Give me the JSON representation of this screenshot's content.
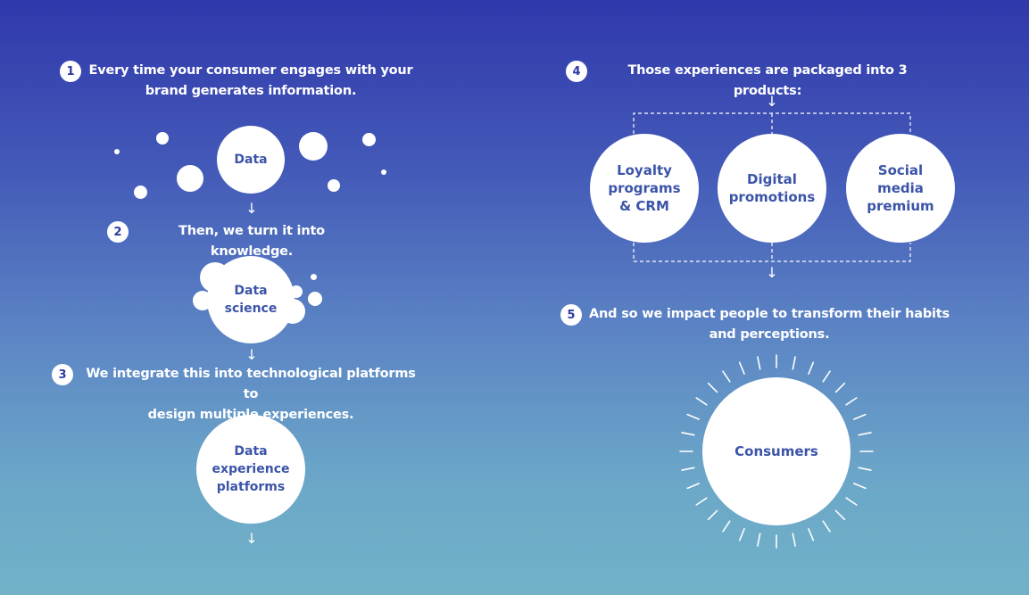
{
  "steps": {
    "s1": {
      "number": "1",
      "line1": "Every time your consumer engages with your",
      "line2": "brand generates information."
    },
    "s2": {
      "number": "2",
      "line1": "Then, we turn it into knowledge."
    },
    "s3": {
      "number": "3",
      "line1": "We integrate this into technological platforms to",
      "line2": "design multiple experiences."
    },
    "s4": {
      "number": "4",
      "line1": "Those experiences are packaged into 3 products:"
    },
    "s5": {
      "number": "5",
      "line1": "And so we impact people to transform their habits",
      "line2": "and perceptions."
    }
  },
  "nodes": {
    "data": "Data",
    "data_science": {
      "line1": "Data",
      "line2": "science"
    },
    "platforms": {
      "line1": "Data",
      "line2": "experience",
      "line3": "platforms"
    },
    "loyalty": {
      "line1": "Loyalty",
      "line2": "programs",
      "line3": "& CRM"
    },
    "digital": {
      "line1": "Digital",
      "line2": "promotions"
    },
    "social": {
      "line1": "Social",
      "line2": "media",
      "line3": "premium"
    },
    "consumers": "Consumers"
  },
  "arrow_glyph": "↓",
  "colors": {
    "node_text": "#3b54a8",
    "badge_text": "#2e3aa3",
    "bg_top": "#3038ab",
    "bg_bottom": "#71b2c9"
  }
}
